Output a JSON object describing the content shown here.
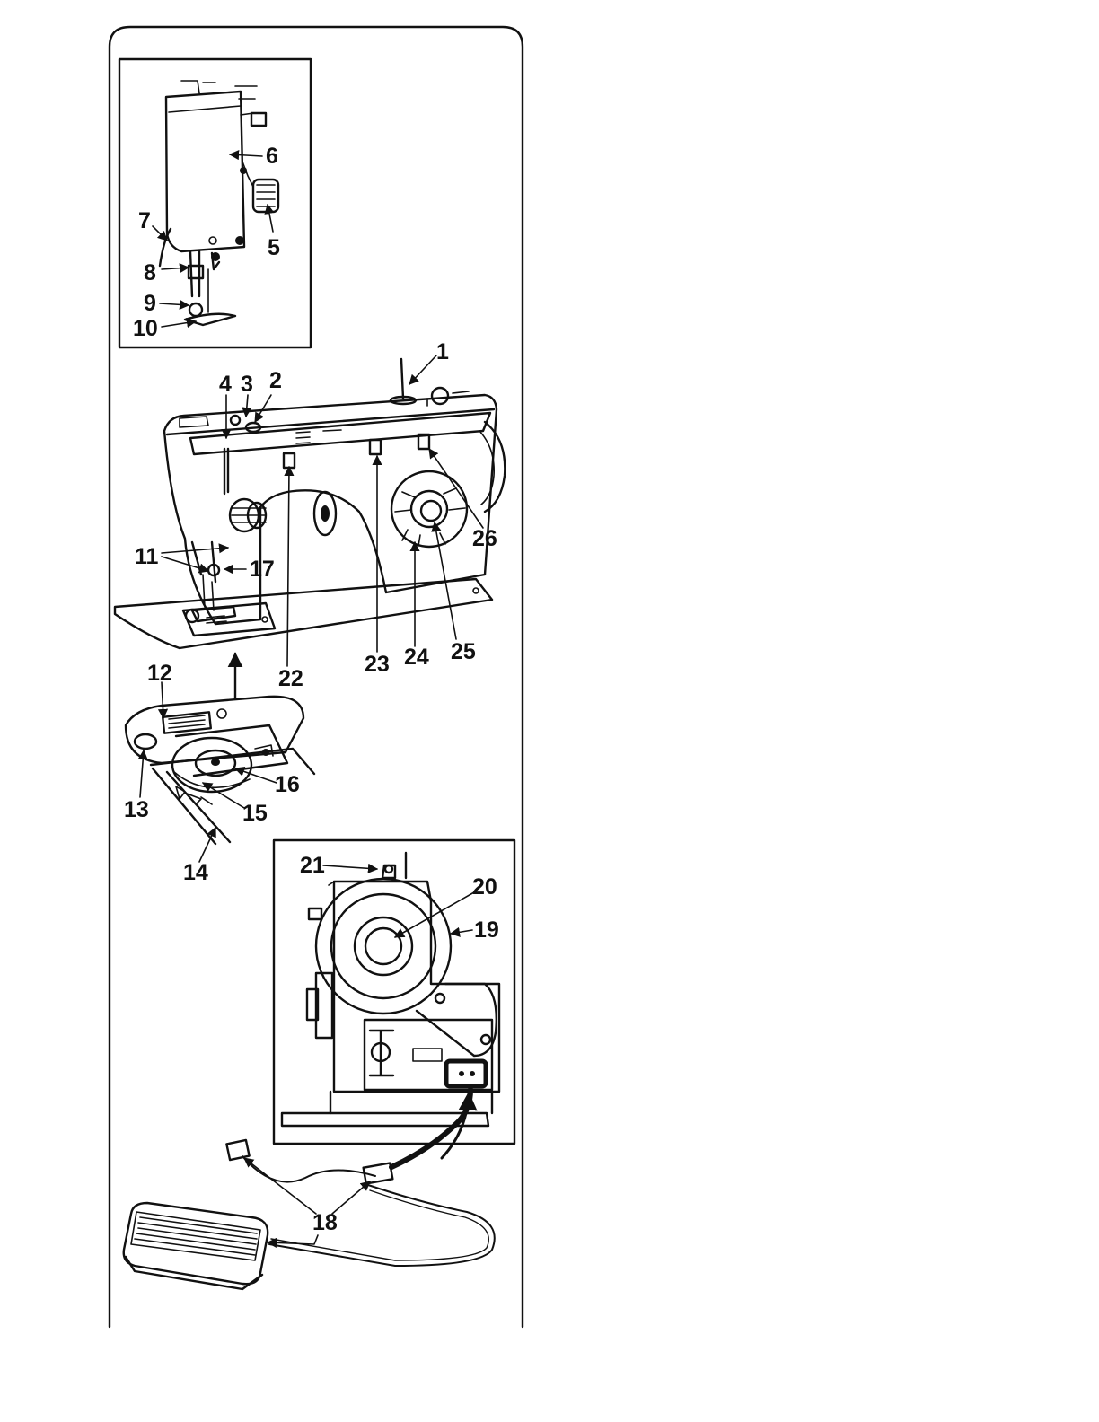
{
  "labels": {
    "l1": "1",
    "l2": "2",
    "l3": "3",
    "l4": "4",
    "l5": "5",
    "l6": "6",
    "l7": "7",
    "l8": "8",
    "l9": "9",
    "l10": "10",
    "l11": "11",
    "l12": "12",
    "l13": "13",
    "l14": "14",
    "l15": "15",
    "l16": "16",
    "l17": "17",
    "l18": "18",
    "l19": "19",
    "l20": "20",
    "l21": "21",
    "l22": "22",
    "l23": "23",
    "l24": "24",
    "l25": "25",
    "l26": "26"
  },
  "colors": {
    "ink": "#111111",
    "paper": "#ffffff"
  }
}
